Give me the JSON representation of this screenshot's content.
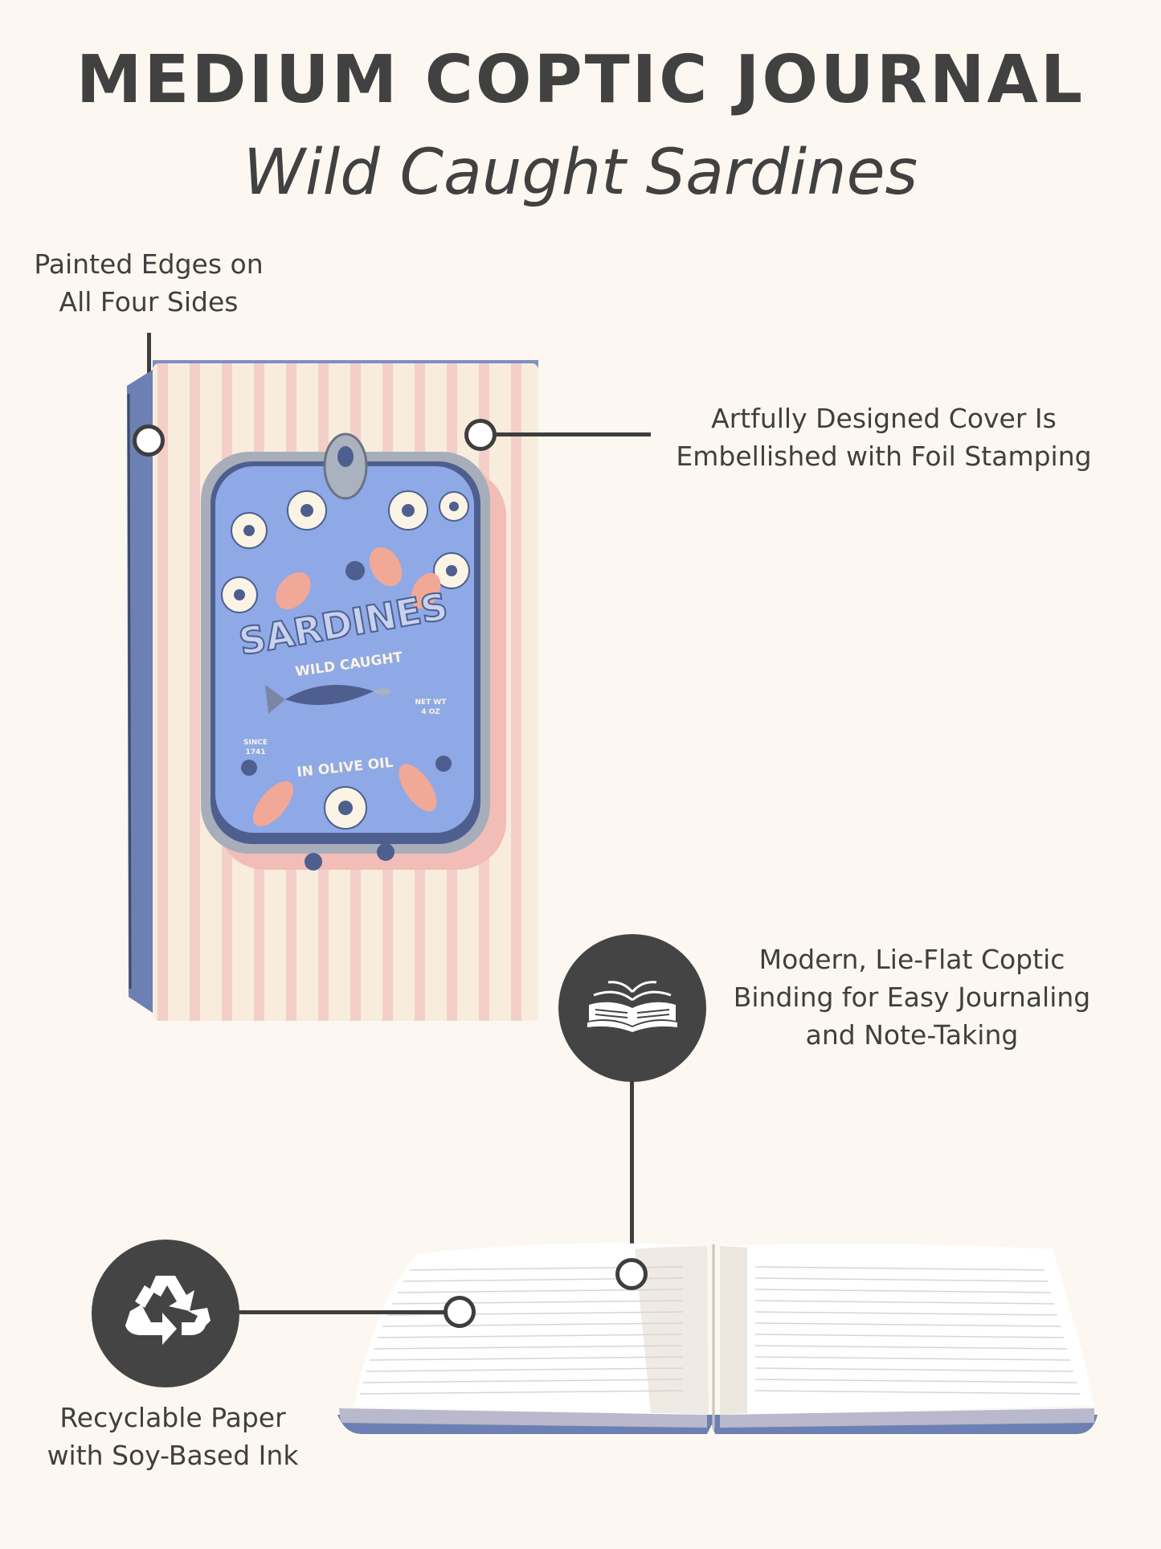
{
  "header": {
    "title": "MEDIUM COPTIC JOURNAL",
    "subtitle": "Wild Caught Sardines"
  },
  "callouts": {
    "painted_edges": [
      "Painted Edges on",
      "All Four Sides"
    ],
    "cover": [
      "Artfully Designed Cover Is",
      "Embellished with Foil Stamping"
    ],
    "binding": [
      "Modern, Lie-Flat Coptic",
      "Binding for Easy Journaling",
      "and Note-Taking"
    ],
    "paper": [
      "Recyclable Paper",
      "with Soy-Based Ink"
    ]
  },
  "cover_art": {
    "brand": "SARDINES",
    "tagline": "WILD CAUGHT",
    "net_wt_1": "NET WT",
    "net_wt_2": "4 OZ",
    "since_1": "SINCE",
    "since_2": "1741",
    "oil": "IN OLIVE OIL"
  },
  "icons": {
    "binding": "open-book-icon",
    "paper": "recycle-icon"
  },
  "colors": {
    "background": "#fcf8f1",
    "text": "#414141",
    "badge": "#444444",
    "tin_blue": "#8ea9e6",
    "stripe_pink": "#f4cfc9",
    "edge_blue": "#6c80b4"
  }
}
